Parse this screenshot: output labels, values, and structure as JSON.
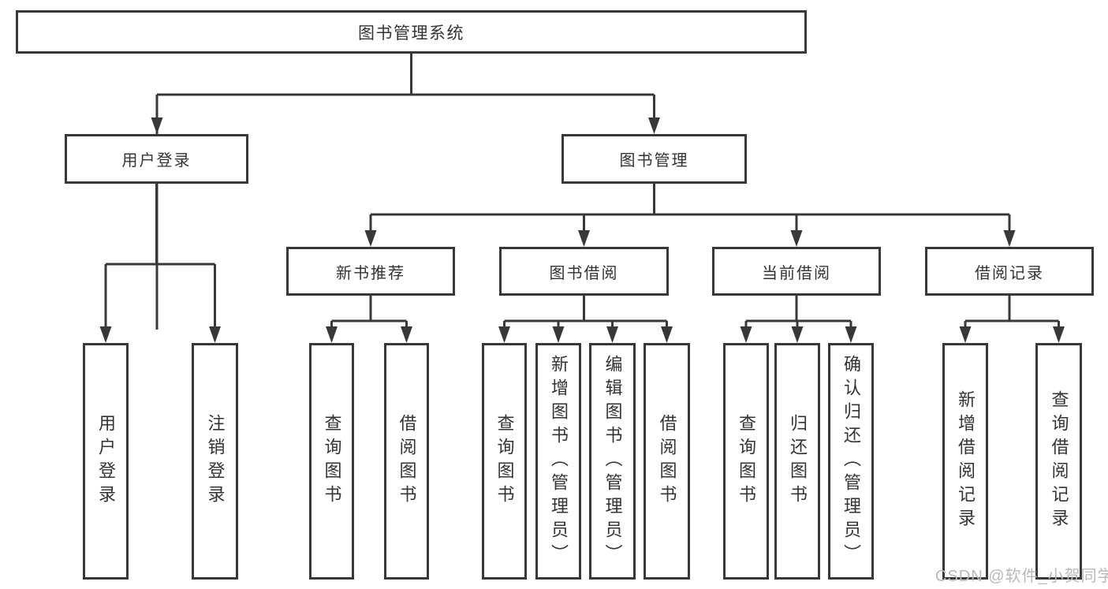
{
  "diagram": {
    "root": "图书管理系统",
    "user_login": "用户登录",
    "book_mgmt": "图书管理",
    "new_book_rec": "新书推荐",
    "book_borrow": "图书借阅",
    "current_borrow": "当前借阅",
    "borrow_records": "借阅记录",
    "leaves": {
      "user_login": "用户登录",
      "logout": "注销登录",
      "rec_query_books": "查询图书",
      "rec_borrow_books": "借阅图书",
      "bb_query_books": "查询图书",
      "bb_add_books": "新增图书（管理员）",
      "bb_edit_books": "编辑图书（管理员）",
      "bb_borrow_books": "借阅图书",
      "cb_query_books": "查询图书",
      "cb_return_books": "归还图书",
      "cb_confirm_return": "确认归还（管理员）",
      "br_add_record": "新增借阅记录",
      "br_query_record": "查询借阅记录"
    }
  },
  "watermark": "CSDN @软件_小贺同学",
  "colors": {
    "line": "#383838",
    "border": "#383838",
    "text": "#333333",
    "watermark": "#b9b9b9",
    "background": "#ffffff"
  }
}
